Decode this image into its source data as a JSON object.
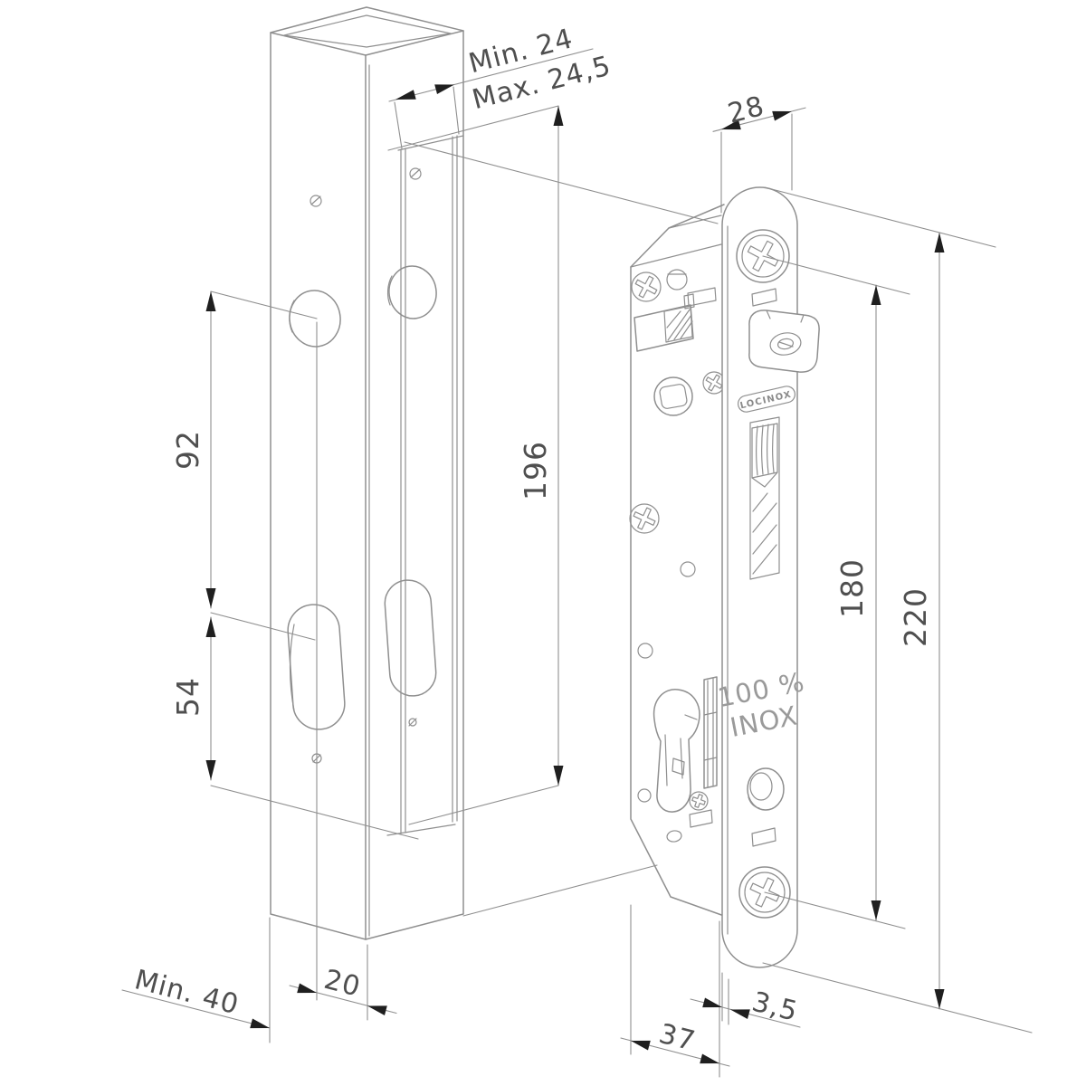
{
  "drawing": {
    "brand_plate": {
      "logo": "LOCINOX",
      "material_line1": "100 %",
      "material_line2": "INOX"
    },
    "dimensions": {
      "recess_width_min": "Min. 24",
      "recess_width_max": "Max. 24,5",
      "plate_width": "28",
      "upper_hole_spacing": "92",
      "lower_hole_spacing": "54",
      "recess_length": "196",
      "screw_spacing": "180",
      "plate_length": "220",
      "post_depth_min": "Min. 40",
      "hole_offset": "20",
      "case_depth": "37",
      "plate_thickness": "3,5"
    },
    "colors": {
      "line": "#8f8f8f",
      "arrow": "#1f1f1f",
      "dimension_text": "#4f4f4f",
      "embossed_text": "#9a9a9a",
      "background": "#ffffff"
    }
  }
}
